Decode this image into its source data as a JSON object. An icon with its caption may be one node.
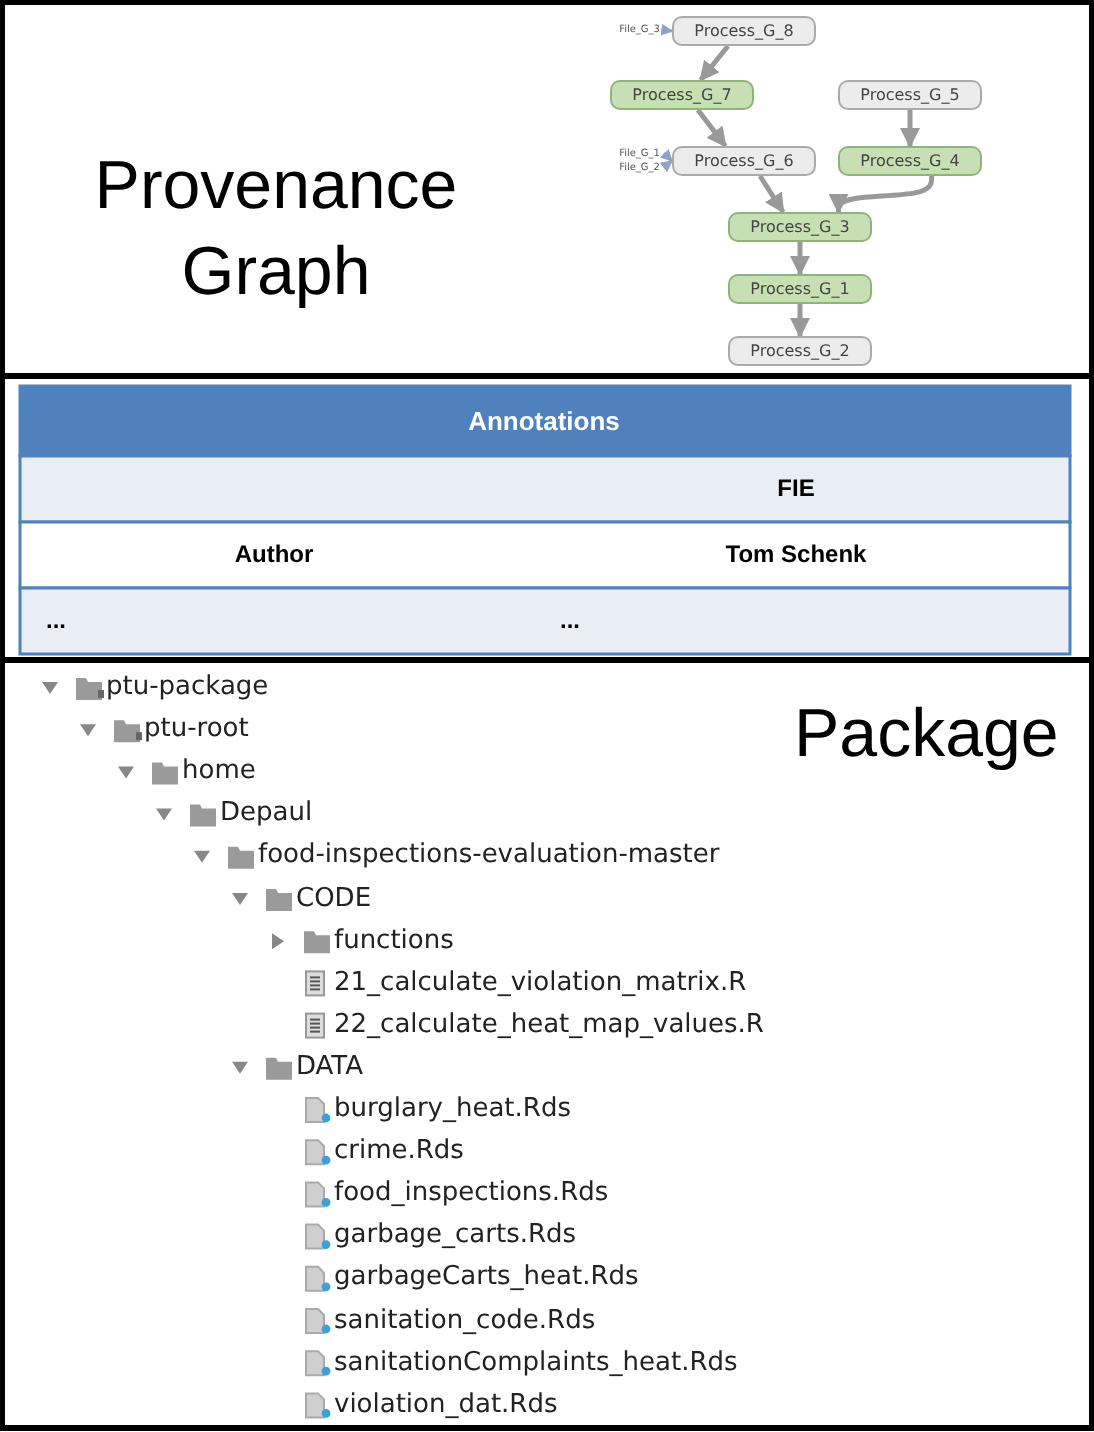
{
  "diagram": {
    "nodes": [
      {
        "text": [
          "File_G_3"
        ]
      },
      {
        "text": [
          "Process_G_8"
        ]
      },
      {
        "text": [
          "Process_G_7"
        ]
      },
      {
        "text": [
          "Process_G_5"
        ]
      },
      {
        "text": [
          "File_G_1"
        ]
      },
      {
        "text": [
          "File_G_2"
        ]
      },
      {
        "text": [
          "Process_G_6"
        ]
      },
      {
        "text": [
          "Process_G_4"
        ]
      },
      {
        "text": [
          "Process_G_3"
        ]
      },
      {
        "text": [
          "Process_G_1"
        ]
      },
      {
        "text": [
          "Process_G_2"
        ]
      }
    ],
    "edges": [
      {
        "from": 0,
        "to": 1,
        "arrow": "to",
        "color": "#8fa2c8"
      },
      {
        "from": 1,
        "to": 2,
        "arrow": "to"
      },
      {
        "from": 2,
        "to": 6,
        "arrow": "to"
      },
      {
        "from": 3,
        "to": 7,
        "arrow": "to"
      },
      {
        "from": 4,
        "to": 6,
        "arrow": "to",
        "color": "#8fa2c8"
      },
      {
        "from": 5,
        "to": 6,
        "arrow": "to",
        "color": "#8fa2c8"
      },
      {
        "from": 6,
        "to": 8,
        "arrow": "to"
      },
      {
        "from": 7,
        "to": 8,
        "arrow": "to"
      },
      {
        "from": 8,
        "to": 9,
        "arrow": "to"
      },
      {
        "from": 9,
        "to": 10,
        "arrow": "to"
      }
    ],
    "labels": [
      "Provenance Graph",
      "Annotations",
      "FIE",
      "Author",
      "Tom Schenk",
      "...",
      "...",
      "Package",
      "ptu-package",
      "ptu-root",
      "home",
      "Depaul",
      "food-inspections-evaluation-master",
      "CODE",
      "functions",
      "21_calculate_violation_matrix.R",
      "22_calculate_heat_map_values.R",
      "DATA",
      "burglary_heat.Rds",
      "crime.Rds",
      "food_inspections.Rds",
      "garbage_carts.Rds",
      "garbageCarts_heat.Rds",
      "sanitation_code.Rds",
      "sanitationComplaints_heat.Rds",
      "violation_dat.Rds"
    ]
  }
}
